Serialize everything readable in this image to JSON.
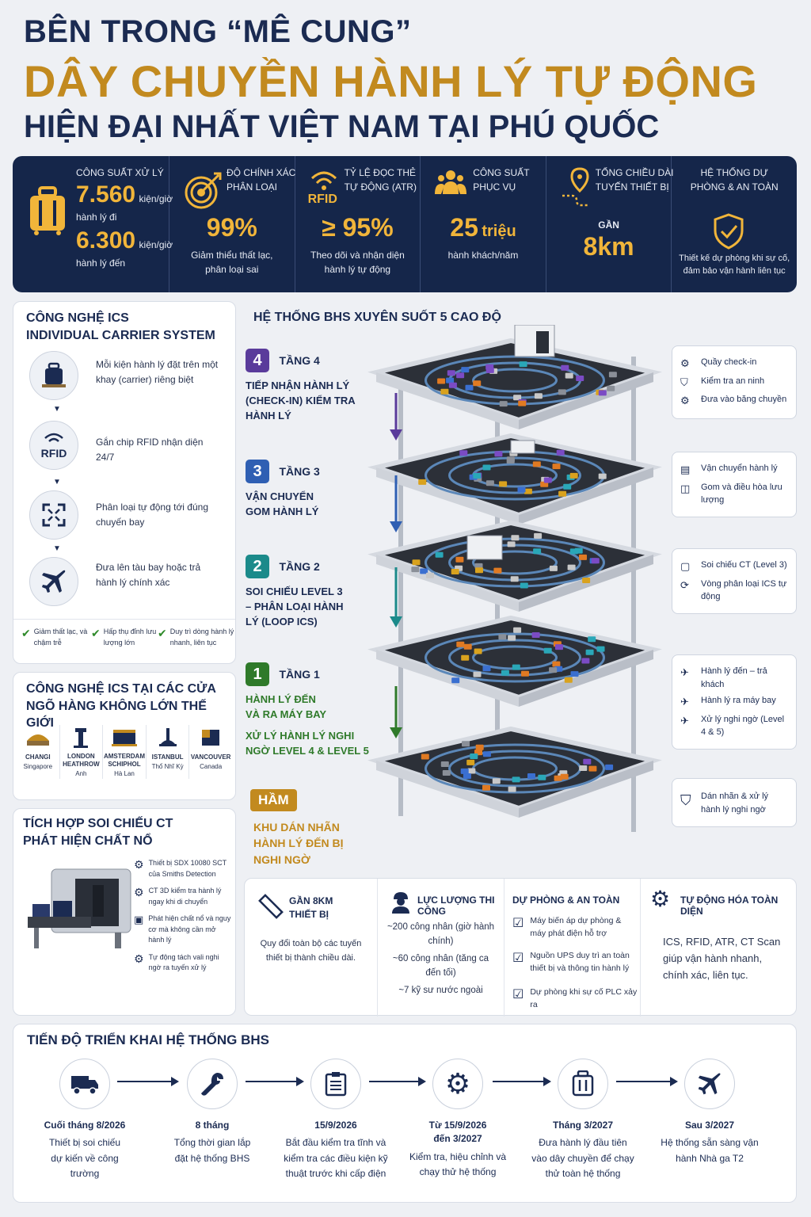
{
  "title": {
    "line1": "BÊN TRONG “MÊ CUNG”",
    "line2": "DÂY CHUYỀN HÀNH LÝ TỰ ĐỘNG",
    "line3": "HIỆN ĐẠI NHẤT VIỆT NAM TẠI PHÚ QUỐC"
  },
  "stats": {
    "capacity": {
      "label": "CÔNG SUẤT XỬ LÝ",
      "v1": "7.560",
      "u1": "kiện/giờ",
      "d1": "hành lý đi",
      "v2": "6.300",
      "u2": "kiện/giờ",
      "d2": "hành lý đến"
    },
    "accuracy": {
      "label": "ĐỘ CHÍNH XÁC PHÂN LOẠI",
      "value": "99%",
      "desc": "Giảm thiểu thất lạc, phân loại sai"
    },
    "atr": {
      "label": "TỶ LỆ ĐỌC THẺ TỰ ĐỘNG (ATR)",
      "icon_text": "RFID",
      "value": "≥ 95%",
      "desc": "Theo dõi và nhận diện hành lý tự động"
    },
    "service": {
      "label": "CÔNG SUẤT PHỤC VỤ",
      "value": "25",
      "unit": "triệu",
      "desc": "hành khách/năm"
    },
    "length": {
      "label": "TỔNG CHIỀU DÀI TUYẾN THIẾT BỊ",
      "pre": "GẦN",
      "value": "8km"
    },
    "safety": {
      "label": "HỆ THỐNG DỰ PHÒNG & AN TOÀN",
      "desc": "Thiết kế dự phòng khi sự cố, đảm bảo vận hành liên tục"
    }
  },
  "ics": {
    "title1": "CÔNG NGHỆ ICS",
    "title2": "INDIVIDUAL CARRIER SYSTEM",
    "steps": [
      {
        "icon": "luggage-icon",
        "text": "Mỗi kiện hành lý đặt trên một khay (carrier) riêng biệt"
      },
      {
        "icon": "rfid-icon",
        "icon_text": "RFID",
        "text": "Gắn chip RFID nhận diện 24/7"
      },
      {
        "icon": "sort-icon",
        "text": "Phân loại tự động tới đúng chuyến bay"
      },
      {
        "icon": "airplane-icon",
        "text": "Đưa lên tàu bay hoặc trả hành lý chính xác"
      }
    ],
    "benefits": [
      "Giảm thất lạc, và chậm trễ",
      "Hấp thụ đỉnh lưu lượng lớn",
      "Duy trì dòng hành lý nhanh, liên tục"
    ]
  },
  "gateways": {
    "title": "CÔNG NGHỆ ICS TẠI CÁC CỬA NGÕ HÀNG KHÔNG LỚN THẾ GIỚI",
    "airports": [
      {
        "name": "CHANGI",
        "country": "Singapore"
      },
      {
        "name": "LONDON HEATHROW",
        "country": "Anh"
      },
      {
        "name": "AMSTERDAM SCHIPHOL",
        "country": "Hà Lan"
      },
      {
        "name": "ISTANBUL",
        "country": "Thổ Nhĩ Kỳ"
      },
      {
        "name": "VANCOUVER",
        "country": "Canada"
      }
    ]
  },
  "ct": {
    "title": "TÍCH HỢP SOI CHIẾU CT PHÁT HIỆN CHẤT NỔ",
    "items": [
      "Thiết bị SDX 10080 SCT của Smiths Detection",
      "CT 3D kiểm tra hành lý ngay khi di chuyển",
      "Phát hiện chất nổ và nguy cơ mà không cần mở hành lý",
      "Tự động tách vali nghi ngờ ra tuyến xử lý"
    ]
  },
  "bhs": {
    "title": "HỆ THỐNG BHS XUYÊN SUỐT 5 CAO ĐỘ",
    "floors": [
      {
        "num": "4",
        "name": "TẦNG 4",
        "color": "#5a3b9b",
        "desc": "TIẾP NHẬN HÀNH LÝ (CHECK-IN) KIỂM TRA HÀNH LÝ",
        "side": [
          "Quầy check-in",
          "Kiểm tra an ninh",
          "Đưa vào băng chuyền"
        ]
      },
      {
        "num": "3",
        "name": "TẦNG 3",
        "color": "#2f5fb3",
        "desc": "VẬN CHUYỂN GOM HÀNH LÝ",
        "side": [
          "Vận chuyển hành lý",
          "Gom và điều hòa lưu lượng"
        ]
      },
      {
        "num": "2",
        "name": "TẦNG 2",
        "color": "#1b8a8a",
        "desc": "SOI CHIẾU LEVEL 3 – PHÂN LOẠI HÀNH LÝ (LOOP ICS)",
        "side": [
          "Soi chiếu CT (Level 3)",
          "Vòng phân loại ICS tự động"
        ]
      },
      {
        "num": "1",
        "name": "TẦNG 1",
        "color": "#2f7a2a",
        "desc1": "HÀNH LÝ ĐẾN VÀ RA MÁY BAY",
        "desc2": "XỬ LÝ HÀNH LÝ NGHI NGỜ LEVEL 4 & LEVEL 5",
        "side": [
          "Hành lý đến – trả khách",
          "Hành lý ra máy bay",
          "Xử lý nghi ngờ (Level 4 & 5)"
        ]
      }
    ],
    "basement": {
      "name": "HẦM",
      "desc": "KHU DÁN NHÃN HÀNH LÝ ĐẾN BỊ NGHI NGỜ",
      "side": [
        "Dán nhãn & xử lý hành lý nghi ngờ"
      ]
    }
  },
  "facts": {
    "length": {
      "title": "GẦN 8KM THIẾT BỊ",
      "desc": "Quy đổi toàn bộ các tuyến thiết bị thành chiều dài."
    },
    "workforce": {
      "title": "LỰC LƯỢNG THI CÔNG",
      "lines": [
        "~200 công nhân (giờ hành chính)",
        "~60 công nhân (tăng ca đến tối)",
        "~7 kỹ sư nước ngoài"
      ]
    },
    "backup": {
      "title": "DỰ PHÒNG & AN TOÀN",
      "lines": [
        "Máy biến áp dự phòng & máy phát điện hỗ trợ",
        "Nguồn UPS duy trì an toàn thiết bị và thông tin hành lý",
        "Dự phòng khi sự cố PLC xảy ra"
      ]
    },
    "automation": {
      "title": "TỰ ĐỘNG HÓA TOÀN DIỆN",
      "desc": "ICS, RFID, ATR, CT Scan giúp vận hành nhanh, chính xác, liên tục."
    }
  },
  "timeline": {
    "title": "TIẾN ĐỘ TRIỂN KHAI HỆ THỐNG BHS",
    "steps": [
      {
        "icon": "truck-icon",
        "when": "Cuối tháng 8/2026",
        "desc": "Thiết bị soi chiếu dự kiến về công trường"
      },
      {
        "icon": "wrench-icon",
        "when": "8 tháng",
        "desc": "Tổng thời gian lắp đặt hệ thống BHS"
      },
      {
        "icon": "checklist-icon",
        "when": "15/9/2026",
        "desc": "Bắt đầu kiểm tra tĩnh và kiểm tra các điều kiện kỹ thuật trước khi cấp điện"
      },
      {
        "icon": "gear-icon",
        "when": "Từ 15/9/2026 đến 3/2027",
        "desc": "Kiểm tra, hiệu chỉnh và chạy thử hệ thống"
      },
      {
        "icon": "luggage-icon",
        "when": "Tháng 3/2027",
        "desc": "Đưa hành lý đầu tiên vào dây chuyền để chạy thử toàn hệ thống"
      },
      {
        "icon": "airplane-icon",
        "when": "Sau 3/2027",
        "desc": "Hệ thống sẵn sàng vận hành Nhà ga T2"
      }
    ]
  }
}
